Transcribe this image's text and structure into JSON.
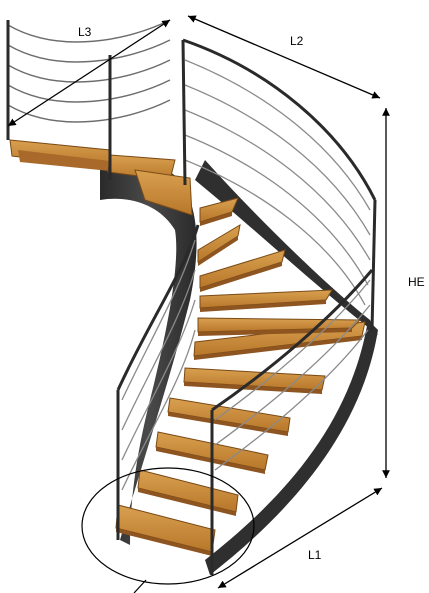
{
  "diagram": {
    "labels": {
      "L3": "L3",
      "L2": "L2",
      "HE": "HE",
      "L1": "L1"
    },
    "colors": {
      "background": "#ffffff",
      "stringer": "#3a3a3a",
      "stringer_dark": "#262626",
      "tread": "#c98a3a",
      "tread_edge": "#7a4a16",
      "railing": "#6e6e6e",
      "dimension": "#000000"
    },
    "step_count_visible": 13
  }
}
